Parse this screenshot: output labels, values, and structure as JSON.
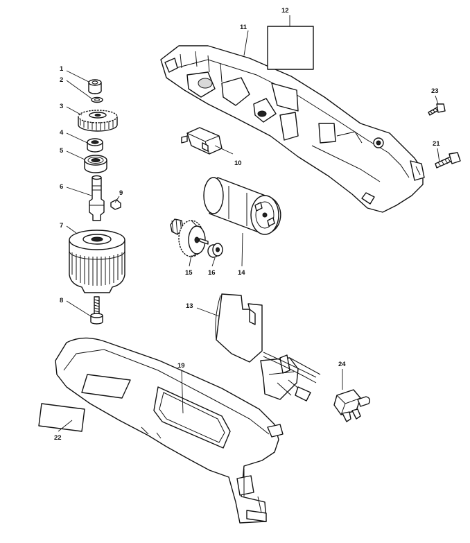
{
  "diagram": {
    "type": "exploded parts diagram",
    "callouts": {
      "p1": "1",
      "p2": "2",
      "p3": "3",
      "p4": "4",
      "p5": "5",
      "p6": "6",
      "p7": "7",
      "p8": "8",
      "p9": "9",
      "p10": "10",
      "p11": "11",
      "p12": "12",
      "p13": "13",
      "p14": "14",
      "p15": "15",
      "p16": "16",
      "p19": "19",
      "p21": "21",
      "p22": "22",
      "p23": "23",
      "p24": "24"
    }
  }
}
